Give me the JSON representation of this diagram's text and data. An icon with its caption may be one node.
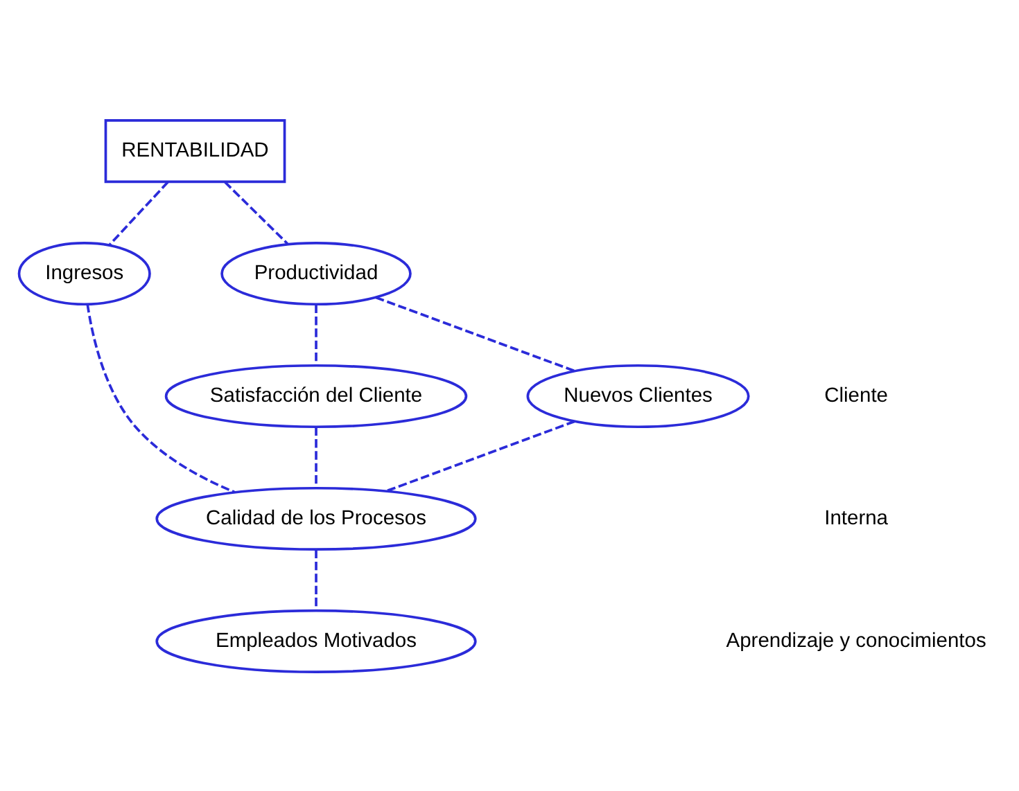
{
  "diagram": {
    "nodes": [
      {
        "text": [
          "RENTABILIDAD"
        ]
      },
      {
        "text": [
          "Ingresos"
        ]
      },
      {
        "text": [
          "Productividad"
        ]
      },
      {
        "text": [
          "Satisfacción del Cliente"
        ]
      },
      {
        "text": [
          "Nuevos Clientes"
        ]
      },
      {
        "text": [
          "Calidad de los Procesos"
        ]
      },
      {
        "text": [
          "Empleados Motivados"
        ]
      }
    ],
    "edges": [
      {
        "from": 0,
        "to": 1,
        "arrow": "none",
        "style": "dashed"
      },
      {
        "from": 0,
        "to": 2,
        "arrow": "none",
        "style": "dashed"
      },
      {
        "from": 2,
        "to": 3,
        "arrow": "none",
        "style": "dashed"
      },
      {
        "from": 2,
        "to": 4,
        "arrow": "none",
        "style": "dashed"
      },
      {
        "from": 1,
        "to": 5,
        "arrow": "none",
        "style": "dashed"
      },
      {
        "from": 3,
        "to": 5,
        "arrow": "none",
        "style": "dashed"
      },
      {
        "from": 4,
        "to": 5,
        "arrow": "none",
        "style": "dashed"
      },
      {
        "from": 5,
        "to": 6,
        "arrow": "none",
        "style": "dashed"
      }
    ],
    "labels": [
      "Cliente",
      "Interna",
      "Aprendizaje y conocimientos"
    ]
  }
}
